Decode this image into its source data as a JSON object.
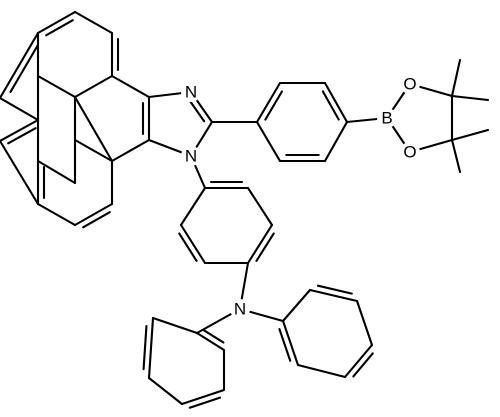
{
  "molecule": {
    "atom_labels": {
      "n_imine": "N",
      "n_amine_ring": "N",
      "n_triarylamine": "N",
      "boron": "B",
      "o_upper": "O",
      "o_lower": "O"
    },
    "bond_color": "#000000",
    "background": "#ffffff"
  }
}
